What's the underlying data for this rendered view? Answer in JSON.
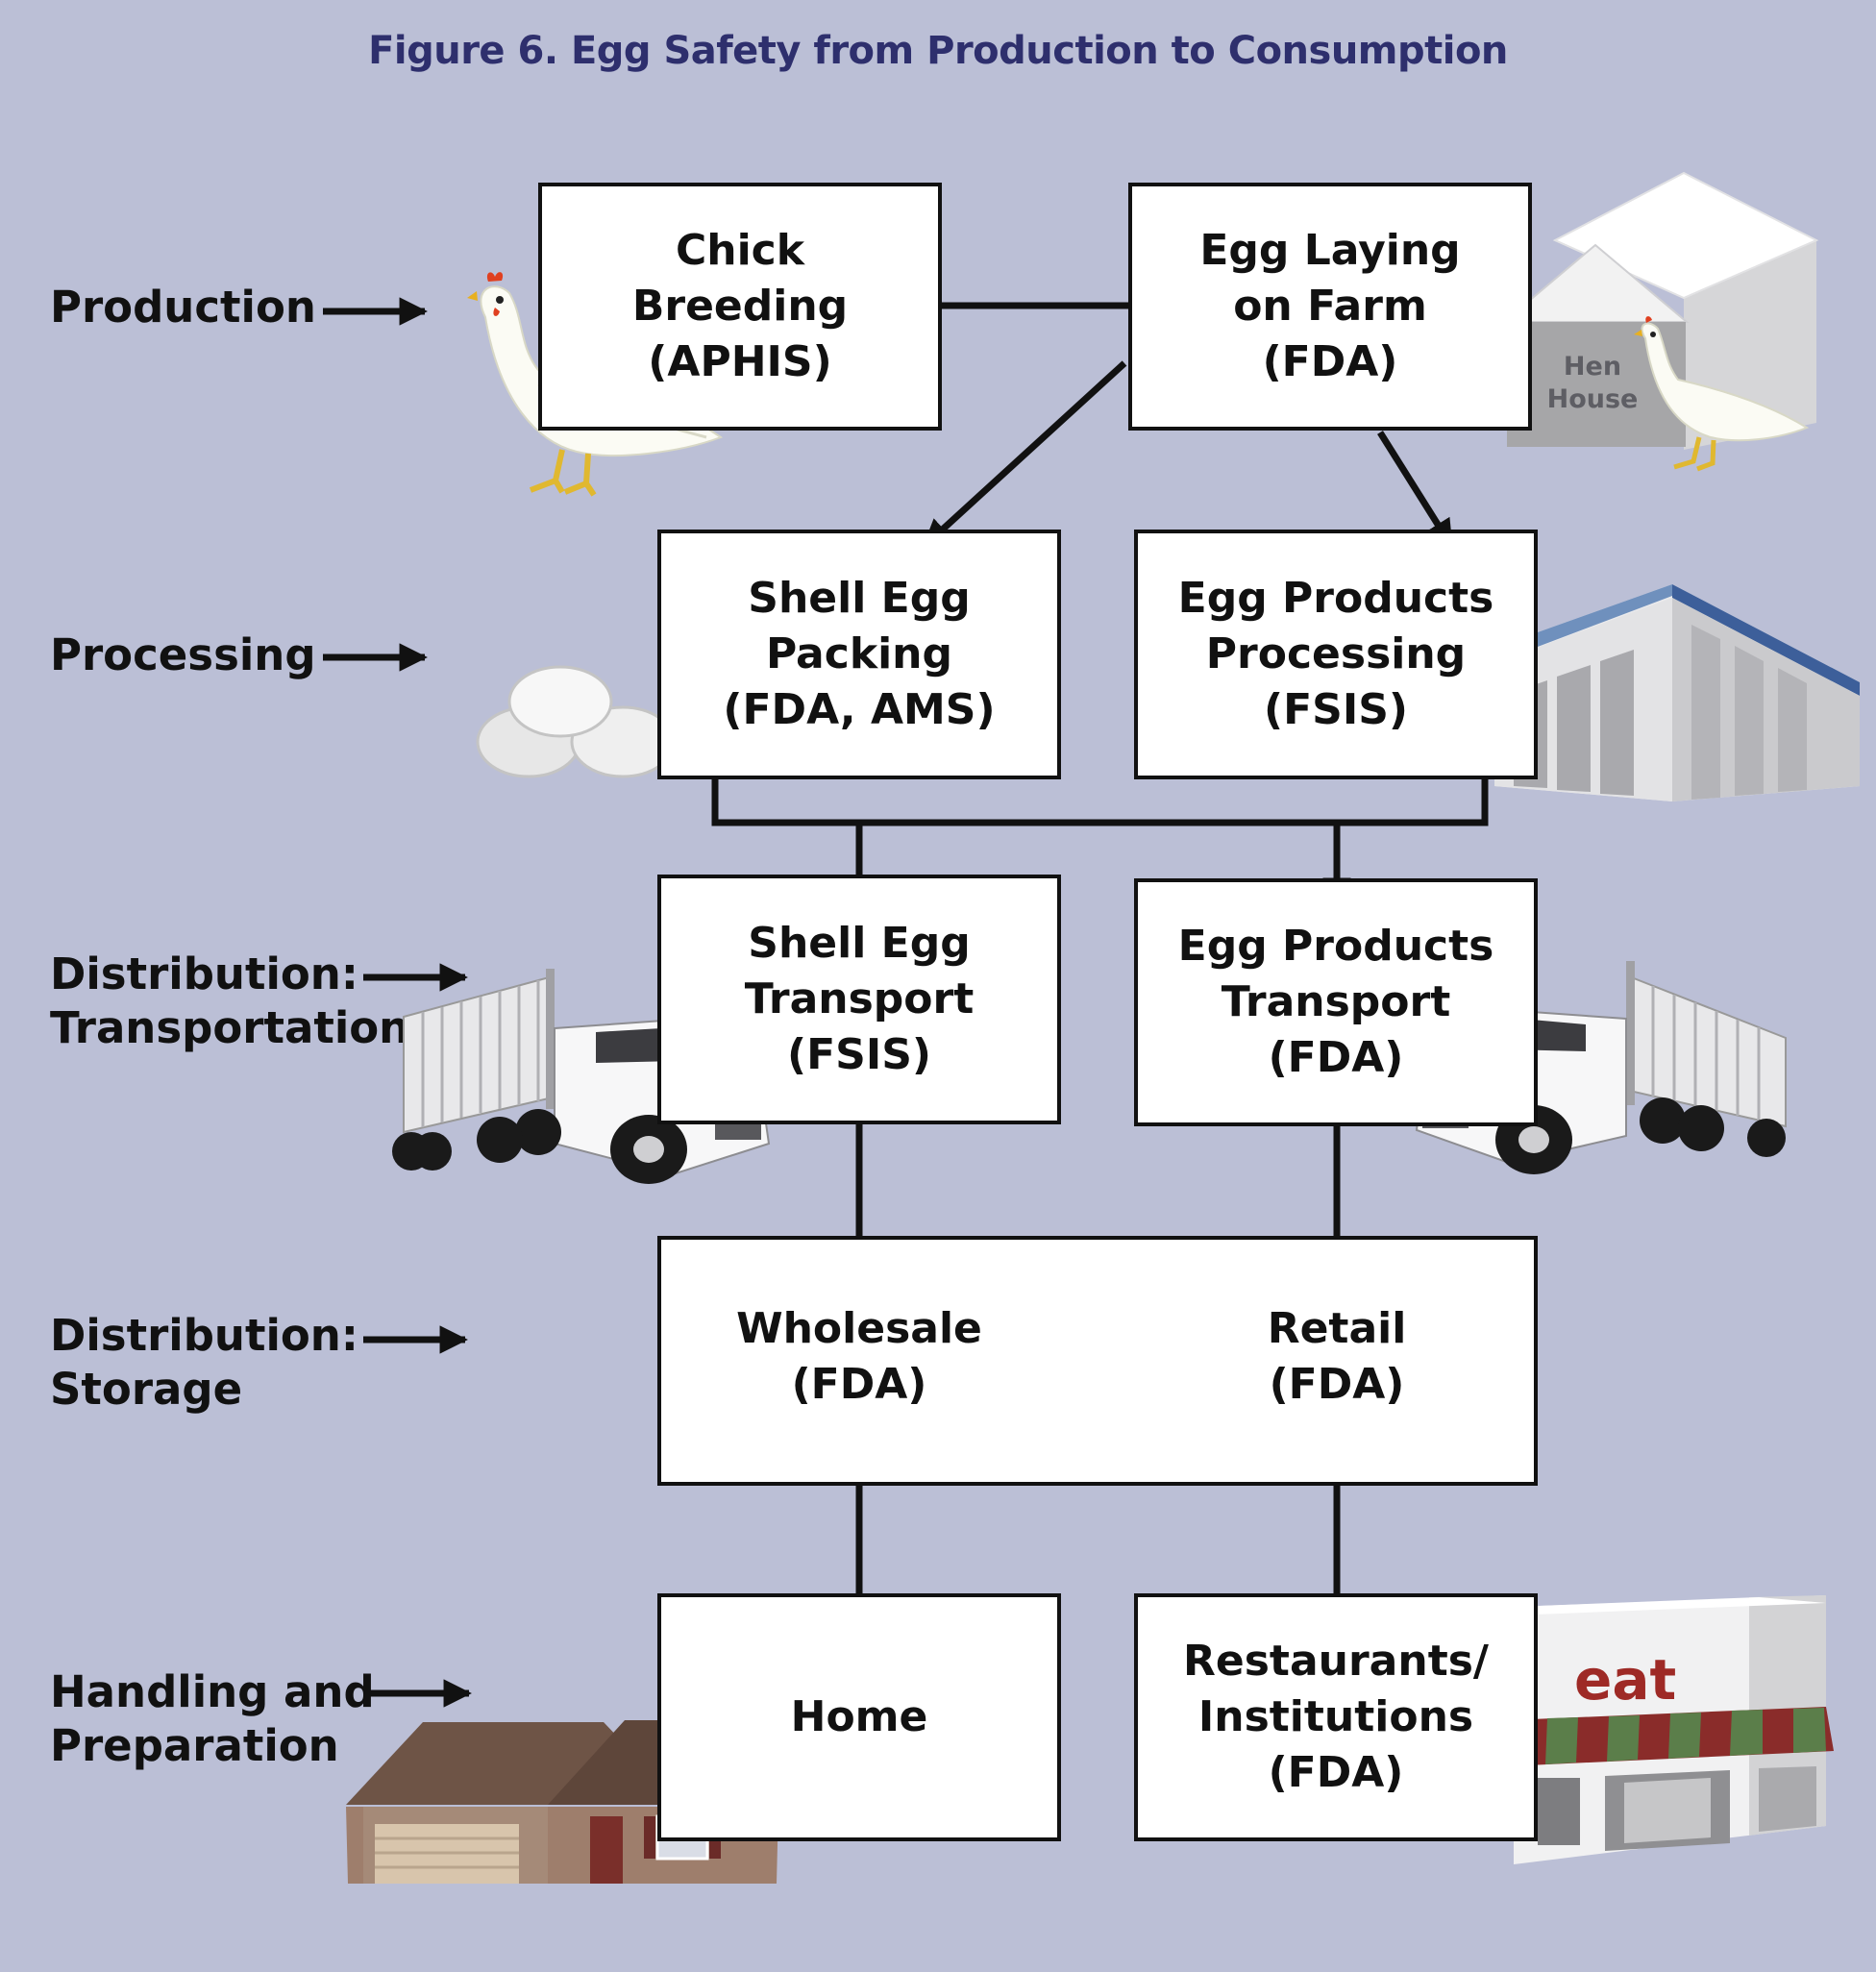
{
  "title": "Figure 6. Egg Safety from Production to Consumption",
  "stages": {
    "production": "Production",
    "processing": "Processing",
    "transportation": [
      "Distribution:",
      "Transportation"
    ],
    "storage": [
      "Distribution:",
      "Storage"
    ],
    "handling": [
      "Handling and",
      "Preparation"
    ]
  },
  "boxes": {
    "chick_breeding": [
      "Chick",
      "Breeding",
      "(APHIS)"
    ],
    "egg_laying": [
      "Egg Laying",
      "on Farm",
      "(FDA)"
    ],
    "shell_egg_packing": [
      "Shell Egg",
      "Packing",
      "(FDA, AMS)"
    ],
    "egg_products_processing": [
      "Egg Products",
      "Processing",
      "(FSIS)"
    ],
    "shell_egg_transport": [
      "Shell Egg",
      "Transport",
      "(FSIS)"
    ],
    "egg_products_transport": [
      "Egg Products",
      "Transport",
      "(FDA)"
    ],
    "wholesale": [
      "Wholesale",
      "(FDA)"
    ],
    "retail": [
      "Retail",
      "(FDA)"
    ],
    "home": [
      "Home"
    ],
    "restaurants": [
      "Restaurants/",
      "Institutions",
      "(FDA)"
    ]
  },
  "illustrations": {
    "hen_house_sign": [
      "Hen",
      "House"
    ],
    "store_sign": "eat"
  },
  "icons": [
    "hen-icon",
    "hen-house-icon",
    "eggs-icon",
    "factory-icon",
    "truck-icon",
    "house-icon",
    "store-icon"
  ]
}
